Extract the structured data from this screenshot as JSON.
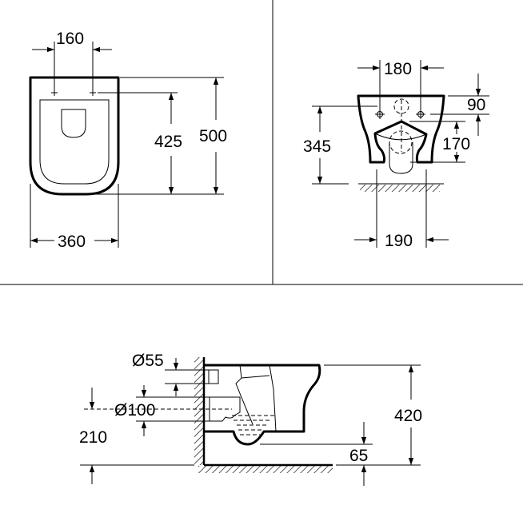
{
  "top_view": {
    "dim_hole_spacing": "160",
    "dim_hole_to_front": "425",
    "dim_length": "500",
    "dim_width": "360"
  },
  "rear_view": {
    "dim_hole_spacing": "180",
    "dim_top_to_holes": "90",
    "dim_hole_height": "345",
    "dim_outlet_height": "170",
    "dim_base_width": "190"
  },
  "side_view": {
    "dim_inlet_diameter": "Ø55",
    "dim_outlet_diameter": "Ø100",
    "dim_outlet_height": "210",
    "dim_total_height": "420",
    "dim_bowl_depth": "65"
  }
}
